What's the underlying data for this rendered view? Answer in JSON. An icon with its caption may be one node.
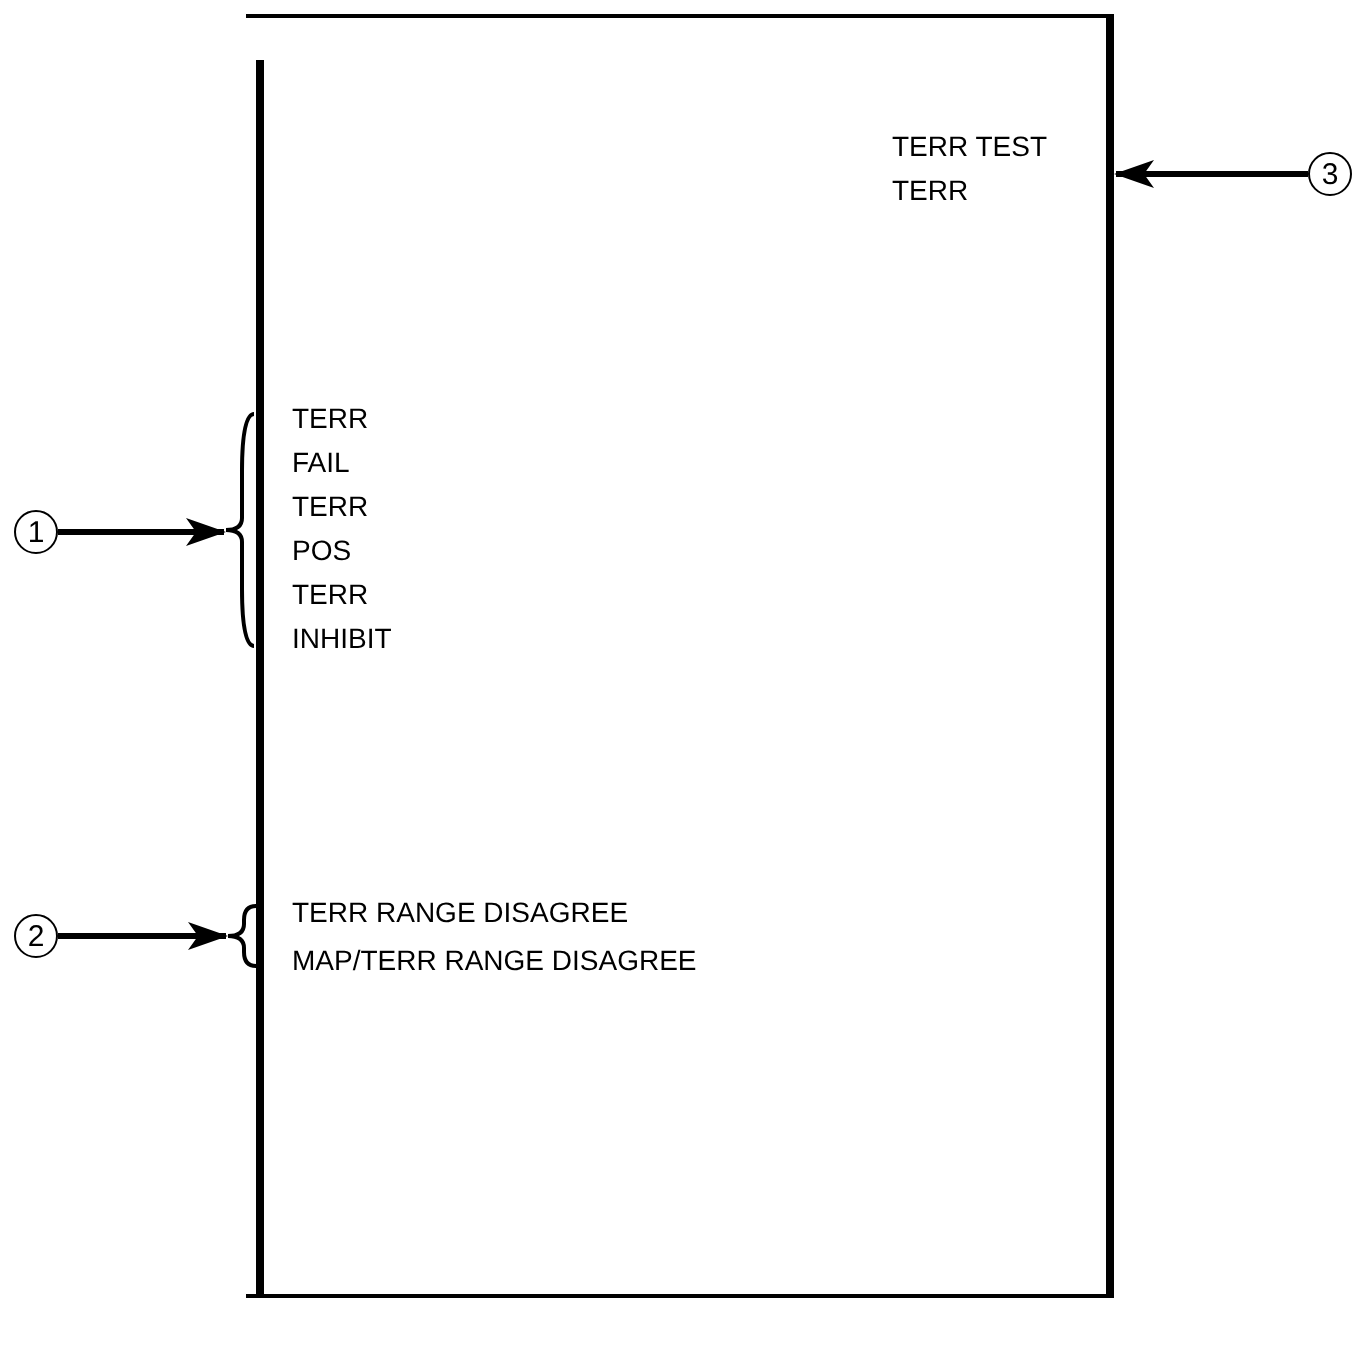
{
  "diagram": {
    "nodes": [
      {
        "text": [],
        "shape": "box"
      },
      {
        "text": [
          "TERR TEST",
          "TERR"
        ],
        "in": 0
      },
      {
        "text": [
          "3"
        ]
      },
      {
        "text": [
          "TERR",
          "FAIL",
          "TERR",
          "POS",
          "TERR",
          "INHIBIT"
        ],
        "in": 0
      },
      {
        "text": [
          "1"
        ]
      },
      {
        "text": [
          "TERR RANGE DISAGREE",
          "MAP/TERR RANGE DISAGREE"
        ],
        "in": 0
      },
      {
        "text": [
          "2"
        ]
      }
    ],
    "edges": [
      {
        "from": 2,
        "to": 1,
        "arrow": "to"
      },
      {
        "from": 4,
        "to": 3,
        "arrow": "to"
      },
      {
        "from": 6,
        "to": 5,
        "arrow": "to"
      }
    ]
  }
}
